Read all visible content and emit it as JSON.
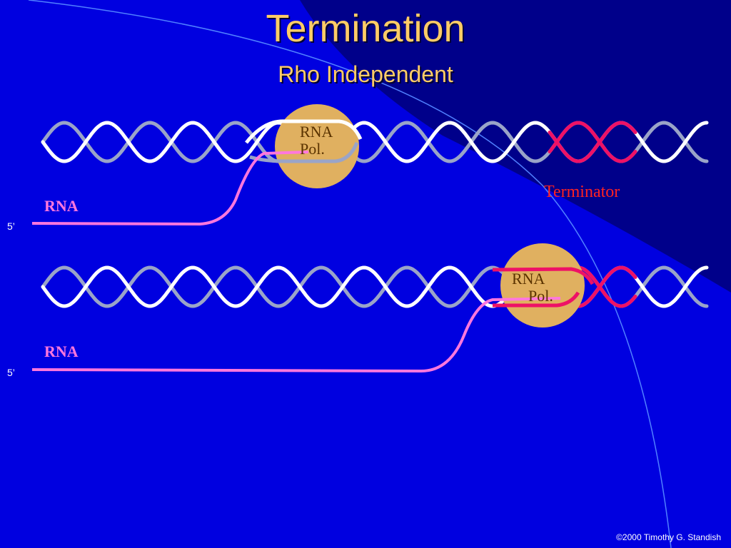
{
  "slide": {
    "title": "Termination",
    "subtitle": "Rho Independent",
    "copyright": "©2000 Timothy G. Standish"
  },
  "panels": [
    {
      "rna_label": "RNA",
      "five_prime": "5’",
      "polymerase_line1": "RNA",
      "polymerase_line2": "Pol.",
      "terminator_label": "Terminator"
    },
    {
      "rna_label": "RNA",
      "five_prime": "5’",
      "polymerase_line1": "RNA",
      "polymerase_line2": "Pol."
    }
  ],
  "colors": {
    "background": "#0000e0",
    "background_dark": "#00008a",
    "title": "#ffcc66",
    "dna_strand_a": "#ffffff",
    "dna_strand_b": "#9aa4c8",
    "rna": "#ff77dd",
    "terminator": "#ee1166",
    "polymerase": "#e0b060",
    "polymerase_text": "#5a3300",
    "rna_label": "#ff77dd",
    "terminator_label": "#ff2222"
  }
}
